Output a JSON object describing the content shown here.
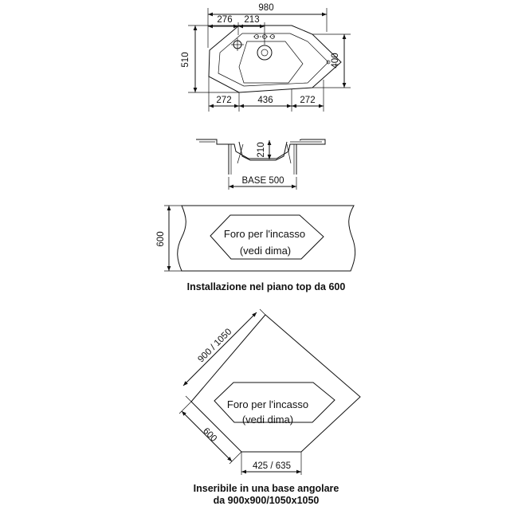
{
  "top_view": {
    "overall_width": "980",
    "left_offset": "276",
    "tap_spacing": "213",
    "overall_depth": "510",
    "inner_depth": "400",
    "bottom_left": "272",
    "bottom_mid": "436",
    "bottom_right": "272"
  },
  "section_view": {
    "depth": "210",
    "base": "BASE 500"
  },
  "worktop_view": {
    "depth": "600",
    "hole_line1": "Foro per l'incasso",
    "hole_line2": "(vedi dima)",
    "caption": "Installazione nel piano top da 600"
  },
  "corner_view": {
    "diagonal": "900 / 1050",
    "side": "600",
    "front": "425 / 635",
    "hole_line1": "Foro per l'incasso",
    "hole_line2": "(vedi dima)",
    "caption_line1": "Inseribile in una base angolare",
    "caption_line2": "da 900x900/1050x1050"
  }
}
